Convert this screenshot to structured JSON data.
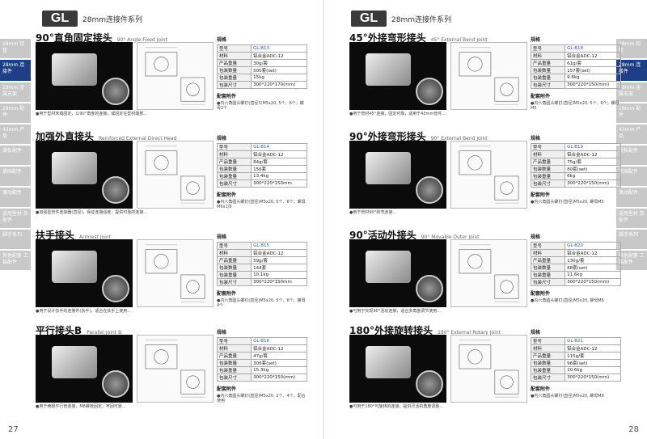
{
  "left": {
    "logo": "GL",
    "series": "28mm连接件系列",
    "page_number": "27",
    "tabs": [
      "28mm 铝管",
      "28mm 连接件",
      "28mm 金属支架",
      "28mm 配件",
      "43mm 产品",
      "滑轨配件",
      "紧固配件",
      "滚动配件",
      "适用型材 及配件",
      "脚手系列",
      "其他配套 工装配件"
    ],
    "active_tab": 1,
    "sections": [
      {
        "title": "90°直角固定接头",
        "en": "90° Angle Fixed Joint",
        "code": "GL-B13",
        "material": "铝合金ADC-12",
        "weight": "30g/套",
        "pack": "500套(set)",
        "gross": "15kg",
        "size": "300*220*170(mm)",
        "desc": "●用于型材末端固定，以90°角度的连接，或固定在型材端部...",
        "acc": "●内六角圆头螺钉(直径3)M5x20, 5个、6个；螺母2个"
      },
      {
        "title": "加强外直接头",
        "en": "Reinforced External Direct Head",
        "code": "GL-B14",
        "material": "铝合金ADC-12",
        "weight": "84g/套",
        "pack": "156套",
        "gross": "13.4kg",
        "size": "300*220*150mm",
        "desc": "●加强型管件连接器(直径)，保证连接强度，提供可靠的连接...",
        "acc": "●内六角圆头螺钉(直径)M5x20, 5个、6个；螺母M6x1/8"
      },
      {
        "title": "扶手接头",
        "en": "Armrest Joint",
        "code": "GL-B15",
        "material": "铝合金ADC-12",
        "weight": "59g/套",
        "pack": "144套",
        "gross": "10.1kg",
        "size": "300*220*150mm",
        "desc": "●用于设计扶手的连接件(扶手)，适合在扶手上使用...",
        "acc": "●内六角圆头螺钉(直径)M5x20, 5个、6个；螺母4个"
      },
      {
        "title": "平行接头B",
        "en": "Parallel Joint B",
        "code": "GL-B16",
        "material": "铝合金ADC-12",
        "weight": "47g/套",
        "pack": "306套(set)",
        "gross": "15.3kg",
        "size": "300*220*150(mm)",
        "desc": "●用于两根平行管连接，M8螺栓固定，牢固可靠...",
        "acc": "●内六角圆头螺钉(直径)M5x20, 2个、4个，配合使用"
      }
    ]
  },
  "right": {
    "logo": "GL",
    "series": "28mm连接件系列",
    "page_number": "28",
    "tabs": [
      "28mm 铝管",
      "28mm 连接件",
      "28mm 金属支架",
      "28mm 配件",
      "43mm 产品",
      "滑轨配件",
      "紧固配件",
      "滚动配件",
      "适用型材 及配件",
      "脚手系列",
      "其他配套 工装配件"
    ],
    "active_tab": 1,
    "sections": [
      {
        "title": "45°外接弯形接头",
        "en": "45° External Bend Joint",
        "code": "GL-B18",
        "material": "铝合金ADC-12",
        "weight": "61g/套",
        "pack": "157套(set)",
        "gross": "9.6kg",
        "size": "300*220*150(mm)",
        "desc": "●用于管材45°连接，固定可靠，适用于43mm管件...",
        "acc": "●内六角圆头螺钉(直径)M5x20, 5个、6个；螺母M5"
      },
      {
        "title": "90°外接弯形接头",
        "en": "90° External Bend Joint",
        "code": "GL-B19",
        "material": "铝合金ADC-12",
        "weight": "75g/套",
        "pack": "80套(set)",
        "gross": "6kg",
        "size": "300*220*150(mm)",
        "desc": "●用于管材90°转弯连接...",
        "acc": "●内六角圆头螺钉(直径)M5x20, 螺母M5"
      },
      {
        "title": "90°活动外接头",
        "en": "90° Movable Outer Joint",
        "code": "GL-B20",
        "material": "铝合金ADC-12",
        "weight": "130g/套",
        "pack": "88套(set)",
        "gross": "11.6kg",
        "size": "300*220*150(mm)",
        "desc": "●可用于实现90°活动连接，适合多角度调节使用...",
        "acc": "●内六角圆头螺钉(直径)M5x20, 螺母M6"
      },
      {
        "title": "180°外接旋转接头",
        "en": "180° External Rotary Joint",
        "code": "GL-B21",
        "material": "铝合金ADC-12",
        "weight": "115g/套",
        "pack": "96套(set)",
        "gross": "10.6kg",
        "size": "300*220*150(mm)",
        "desc": "●可用于180°可旋转的连接，提供灵活的角度调整...",
        "acc": "●内六角圆头螺钉(直径)M5x20, 螺母M6"
      }
    ]
  },
  "labels": {
    "spec": "规格",
    "code": "型号",
    "material": "材料",
    "weight": "产品重量",
    "pack": "包装数量",
    "gross": "包装重量",
    "size": "包装尺寸",
    "accessories": "配套附件"
  }
}
